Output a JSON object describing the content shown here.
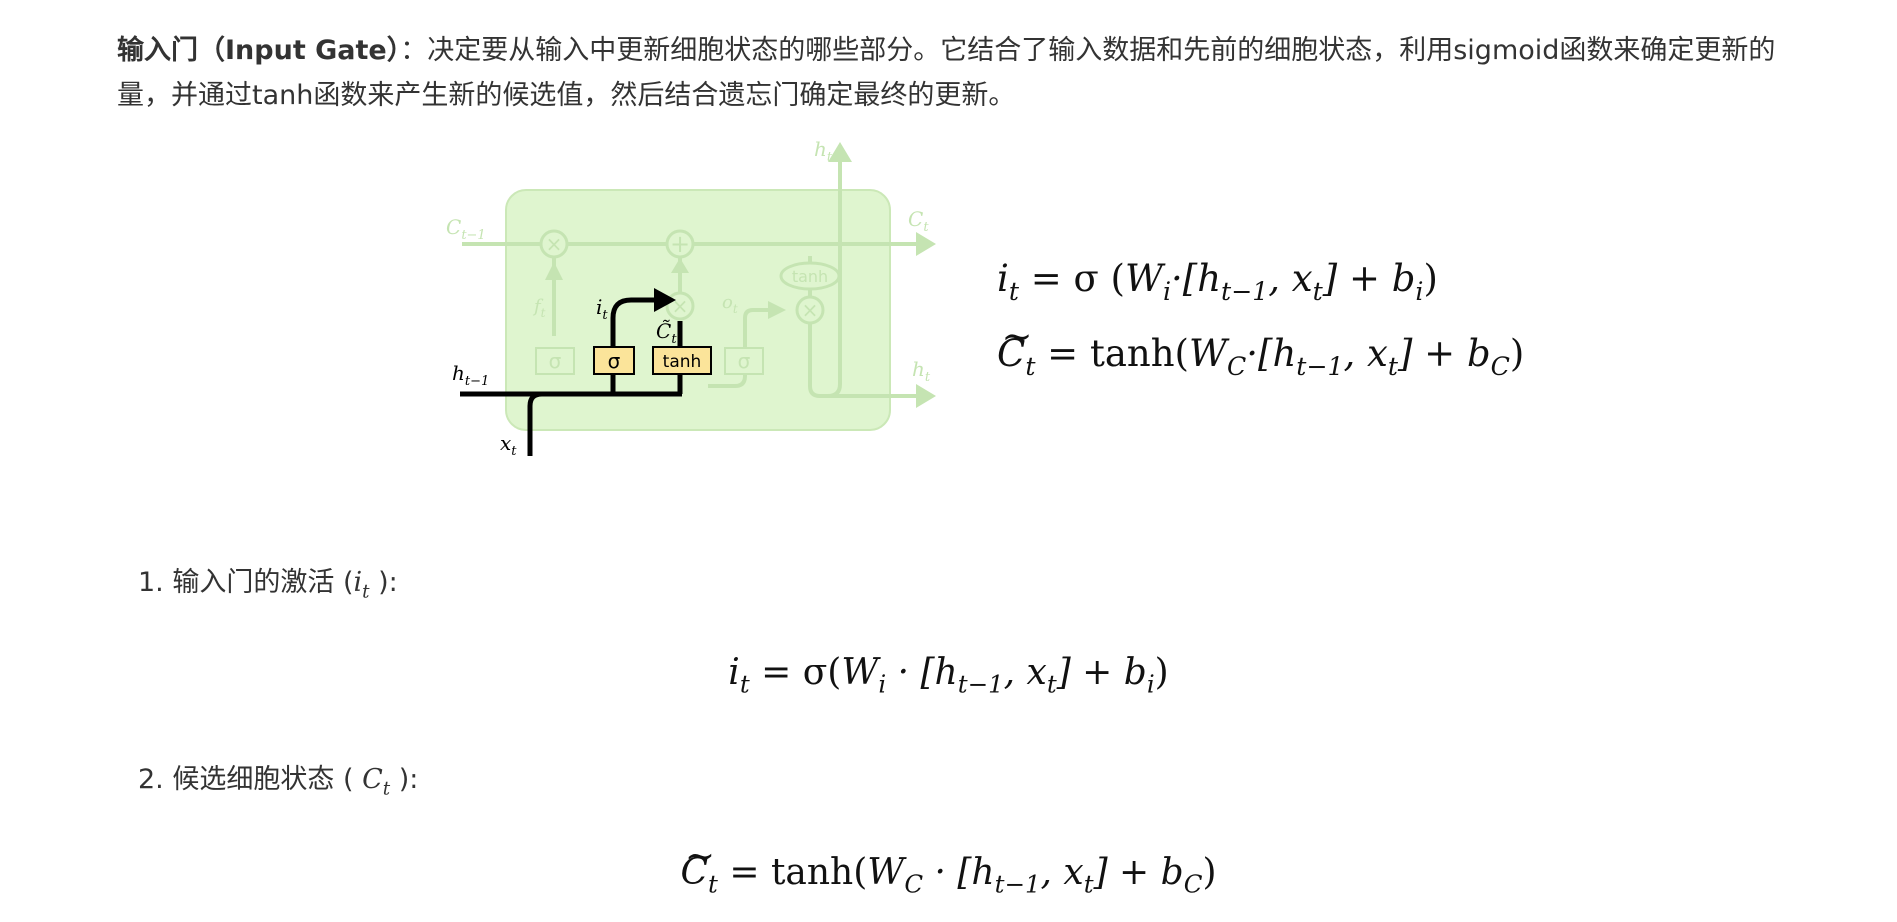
{
  "intro": {
    "bold_title": "输入门（Input Gate）",
    "body": "：决定要从输入中更新细胞状态的哪些部分。它结合了输入数据和先前的细胞状态，利用sigmoid函数来确定更新的量，并通过tanh函数来产生新的候选值，然后结合遗忘门确定最终的更新。"
  },
  "diagram": {
    "labels": {
      "c_prev": "C",
      "c_prev_sub": "t−1",
      "c_out": "C",
      "c_out_sub": "t",
      "h_top": "h",
      "h_top_sub": "t",
      "h_prev": "h",
      "h_prev_sub": "t−1",
      "h_out": "h",
      "h_out_sub": "t",
      "x": "x",
      "x_sub": "t",
      "f": "f",
      "f_sub": "t",
      "i": "i",
      "i_sub": "t",
      "o": "o",
      "o_sub": "t",
      "ctilde": "C̃",
      "ctilde_sub": "t",
      "sigma": "σ",
      "tanh": "tanh",
      "times": "×",
      "plus": "+"
    },
    "colors": {
      "cell_fill": "#dff5cf",
      "faded": "#c5e4b2",
      "box_fill": "#fbe49a",
      "active": "#000000"
    }
  },
  "side_formulas": {
    "row1": {
      "lhs": "i",
      "lhs_sub": "t",
      "eq": " = σ (",
      "w": "W",
      "w_sub": "i",
      "mid": "·[h",
      "h_sub": "t−1",
      "x_part": ", x",
      "x_sub": "t",
      "plus": "]  +  b",
      "b_sub": "i",
      "close": ")"
    },
    "row2": {
      "lhs": "C",
      "lhs_tilde": "~",
      "lhs_sub": "t",
      "eq": " = tanh(",
      "w": "W",
      "w_sub": "C",
      "mid": "·[h",
      "h_sub": "t−1",
      "x_part": ", x",
      "x_sub": "t",
      "plus": "]  +  b",
      "b_sub": "C",
      "close": ")"
    }
  },
  "list": [
    {
      "number": "1.",
      "text": "输入门的激活 (",
      "math": "i",
      "math_sub": "t",
      "close": " ):"
    },
    {
      "number": "2.",
      "text": "候选细胞状态 ( ",
      "math": "C",
      "math_sub": "t",
      "close": " ):"
    }
  ],
  "display_formulas": {
    "one": {
      "lhs": "i",
      "lhs_sub": "t",
      "eq": " = σ(",
      "w": "W",
      "w_sub": "i",
      "mid": " · [h",
      "h_sub": "t−1",
      "x_part": ", x",
      "x_sub": "t",
      "plus": "] + b",
      "b_sub": "i",
      "close": ")"
    },
    "two": {
      "lhs": "C",
      "lhs_tilde": "~",
      "lhs_sub": "t",
      "eq": " = tanh(",
      "w": "W",
      "w_sub": "C",
      "mid": " · [h",
      "h_sub": "t−1",
      "x_part": ", x",
      "x_sub": "t",
      "plus": "] + b",
      "b_sub": "C",
      "close": ")"
    }
  }
}
